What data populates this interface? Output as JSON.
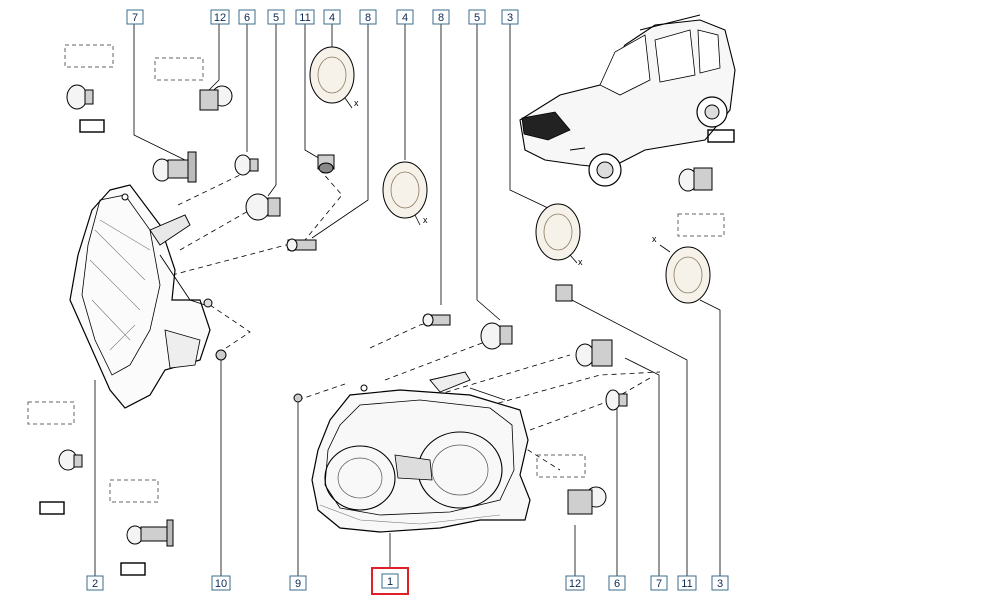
{
  "callouts": [
    {
      "id": "c7a",
      "text": "7"
    },
    {
      "id": "c12a",
      "text": "12"
    },
    {
      "id": "c6a",
      "text": "6"
    },
    {
      "id": "c5a",
      "text": "5"
    },
    {
      "id": "c11a",
      "text": "11"
    },
    {
      "id": "c4a",
      "text": "4"
    },
    {
      "id": "c8a",
      "text": "8"
    },
    {
      "id": "c4b",
      "text": "4"
    },
    {
      "id": "c8b",
      "text": "8"
    },
    {
      "id": "c5b",
      "text": "5"
    },
    {
      "id": "c3a",
      "text": "3"
    },
    {
      "id": "c2",
      "text": "2"
    },
    {
      "id": "c10",
      "text": "10"
    },
    {
      "id": "c9",
      "text": "9"
    },
    {
      "id": "c1",
      "text": "1",
      "highlighted": true
    },
    {
      "id": "c12b",
      "text": "12"
    },
    {
      "id": "c6b",
      "text": "6"
    },
    {
      "id": "c7b",
      "text": "7"
    },
    {
      "id": "c11b",
      "text": "11"
    },
    {
      "id": "c3b",
      "text": "3"
    }
  ],
  "axis_marks": [
    "x",
    "x",
    "x",
    "x"
  ],
  "colors": {
    "callout_border": "#3a6c8e",
    "highlight_border": "#e01f26",
    "label_text": "#0a2a55"
  }
}
